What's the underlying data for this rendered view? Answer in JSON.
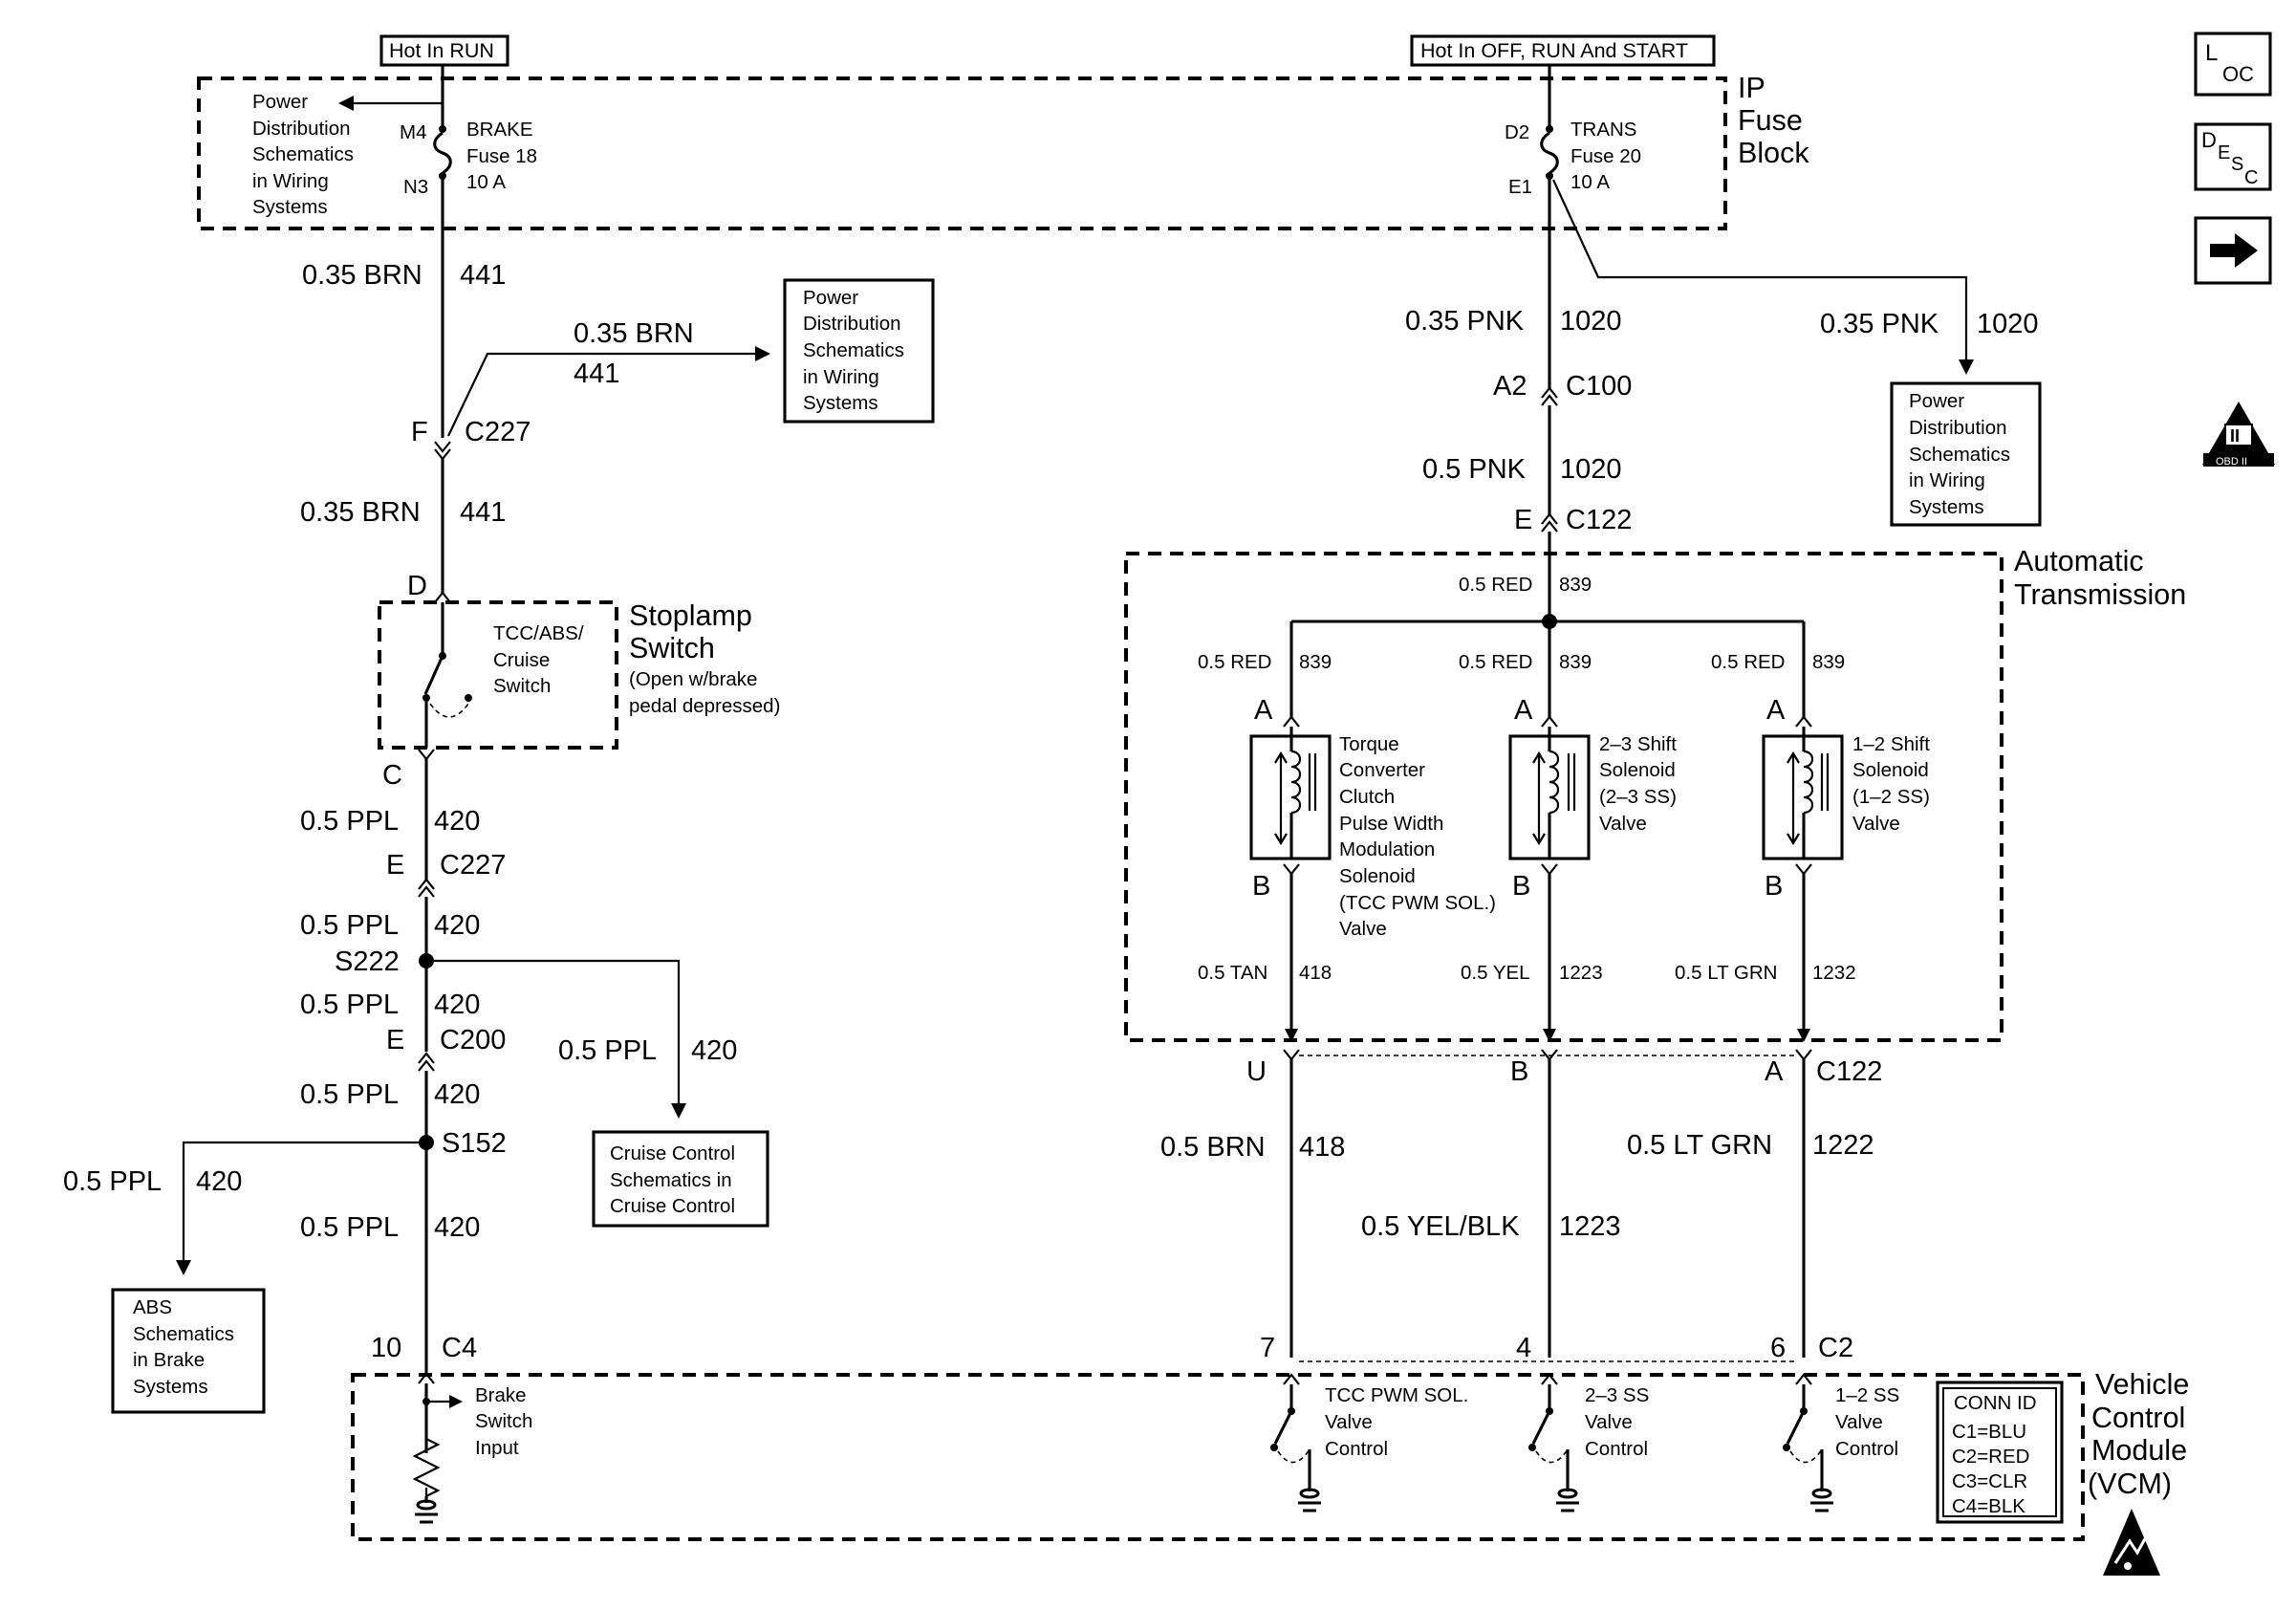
{
  "power": {
    "brake_feed": "Hot In RUN",
    "trans_feed": "Hot In OFF, RUN And START"
  },
  "ip_fuse_block": {
    "title": [
      "IP",
      "Fuse",
      "Block"
    ],
    "brake_fuse": {
      "in_pin": "M4",
      "out_pin": "N3",
      "lines": [
        "BRAKE",
        "Fuse 18",
        "10 A"
      ]
    },
    "trans_fuse": {
      "in_pin": "D2",
      "out_pin": "E1",
      "lines": [
        "TRANS",
        "Fuse 20",
        "10 A"
      ]
    }
  },
  "refs": {
    "power_dist_top": [
      "Power",
      "Distribution",
      "Schematics",
      "in Wiring",
      "Systems"
    ],
    "power_dist_mid": [
      "Power",
      "Distribution",
      "Schematics",
      "in Wiring",
      "Systems"
    ],
    "power_dist_right": [
      "Power",
      "Distribution",
      "Schematics",
      "in Wiring",
      "Systems"
    ],
    "cruise": [
      "Cruise Control",
      "Schematics in",
      "Cruise Control"
    ],
    "abs": [
      "ABS",
      "Schematics",
      "in Brake",
      "Systems"
    ]
  },
  "left_wires": {
    "w1": {
      "gauge": "0.35 BRN",
      "circuit": "441"
    },
    "w_branch": {
      "gauge": "0.35 BRN",
      "circuit": "441"
    },
    "w2": {
      "gauge": "0.35 BRN",
      "circuit": "441"
    },
    "w3": {
      "gauge": "0.5 PPL",
      "circuit": "420"
    },
    "w4": {
      "gauge": "0.5 PPL",
      "circuit": "420"
    },
    "w5": {
      "gauge": "0.5 PPL",
      "circuit": "420"
    },
    "w_cruise": {
      "gauge": "0.5 PPL",
      "circuit": "420"
    },
    "w6": {
      "gauge": "0.5 PPL",
      "circuit": "420"
    },
    "w_abs": {
      "gauge": "0.5 PPL",
      "circuit": "420"
    },
    "w7": {
      "gauge": "0.5 PPL",
      "circuit": "420"
    }
  },
  "left_connectors": {
    "c227_f": {
      "pin": "F",
      "name": "C227"
    },
    "stoplamp_d": {
      "pin": "D"
    },
    "stoplamp_c": {
      "pin": "C"
    },
    "c227_e": {
      "pin": "E",
      "name": "C227"
    },
    "s222": {
      "name": "S222"
    },
    "c200_e": {
      "pin": "E",
      "name": "C200"
    },
    "s152": {
      "name": "S152"
    },
    "c4": {
      "pin": "10",
      "name": "C4"
    }
  },
  "stoplamp": {
    "title": [
      "Stoplamp",
      "Switch"
    ],
    "note": [
      "(Open w/brake",
      "pedal depressed)"
    ],
    "switch_label": [
      "TCC/ABS/",
      "Cruise",
      "Switch"
    ]
  },
  "right_wires": {
    "pnk1": {
      "gauge": "0.35 PNK",
      "circuit": "1020"
    },
    "pnk_branch": {
      "gauge": "0.35 PNK",
      "circuit": "1020"
    },
    "pnk2": {
      "gauge": "0.5 PNK",
      "circuit": "1020"
    },
    "red_main": {
      "gauge": "0.5 RED",
      "circuit": "839"
    },
    "red_a": {
      "gauge": "0.5 RED",
      "circuit": "839"
    },
    "red_b": {
      "gauge": "0.5 RED",
      "circuit": "839"
    },
    "red_c": {
      "gauge": "0.5 RED",
      "circuit": "839"
    },
    "tan": {
      "gauge": "0.5 TAN",
      "circuit": "418"
    },
    "yel": {
      "gauge": "0.5 YEL",
      "circuit": "1223"
    },
    "ltgrn": {
      "gauge": "0.5 LT GRN",
      "circuit": "1232"
    },
    "brn_out": {
      "gauge": "0.5 BRN",
      "circuit": "418"
    },
    "yelblk_out": {
      "gauge": "0.5 YEL/BLK",
      "circuit": "1223"
    },
    "ltgrn_out": {
      "gauge": "0.5 LT GRN",
      "circuit": "1222"
    }
  },
  "right_connectors": {
    "c100": {
      "pin": "A2",
      "name": "C100"
    },
    "c122_top": {
      "pin": "E",
      "name": "C122"
    },
    "c122_bottom": {
      "pins": [
        "U",
        "B",
        "A"
      ],
      "name": "C122"
    },
    "c2": {
      "pins": [
        "7",
        "4",
        "6"
      ],
      "name": "C2"
    }
  },
  "transmission": {
    "title": [
      "Automatic",
      "Transmission"
    ],
    "solenoids": [
      {
        "pin_top": "A",
        "pin_bottom": "B",
        "lines": [
          "Torque",
          "Converter",
          "Clutch",
          "Pulse Width",
          "Modulation",
          "Solenoid",
          "(TCC PWM SOL.)",
          "Valve"
        ]
      },
      {
        "pin_top": "A",
        "pin_bottom": "B",
        "lines": [
          "2–3 Shift",
          "Solenoid",
          "(2–3 SS)",
          "Valve"
        ]
      },
      {
        "pin_top": "A",
        "pin_bottom": "B",
        "lines": [
          "1–2 Shift",
          "Solenoid",
          "(1–2 SS)",
          "Valve"
        ]
      }
    ]
  },
  "vcm": {
    "title": [
      "Vehicle",
      "Control",
      "Module",
      "(VCM)"
    ],
    "brake_input": [
      "Brake",
      "Switch",
      "Input"
    ],
    "drivers": [
      [
        "TCC PWM SOL.",
        "Valve",
        "Control"
      ],
      [
        "2–3 SS",
        "Valve",
        "Control"
      ],
      [
        "1–2 SS",
        "Valve",
        "Control"
      ]
    ],
    "conn_id": {
      "title": "CONN ID",
      "items": [
        "C1=BLU",
        "C2=RED",
        "C3=CLR",
        "C4=BLK"
      ]
    }
  },
  "side_icons": {
    "loc": {
      "big": "L",
      "small": "OC"
    },
    "desc": {
      "big": "D",
      "small1": "E",
      "small2": "S",
      "small3": "C"
    },
    "obd": {
      "roman": "II",
      "label": "OBD II"
    }
  }
}
